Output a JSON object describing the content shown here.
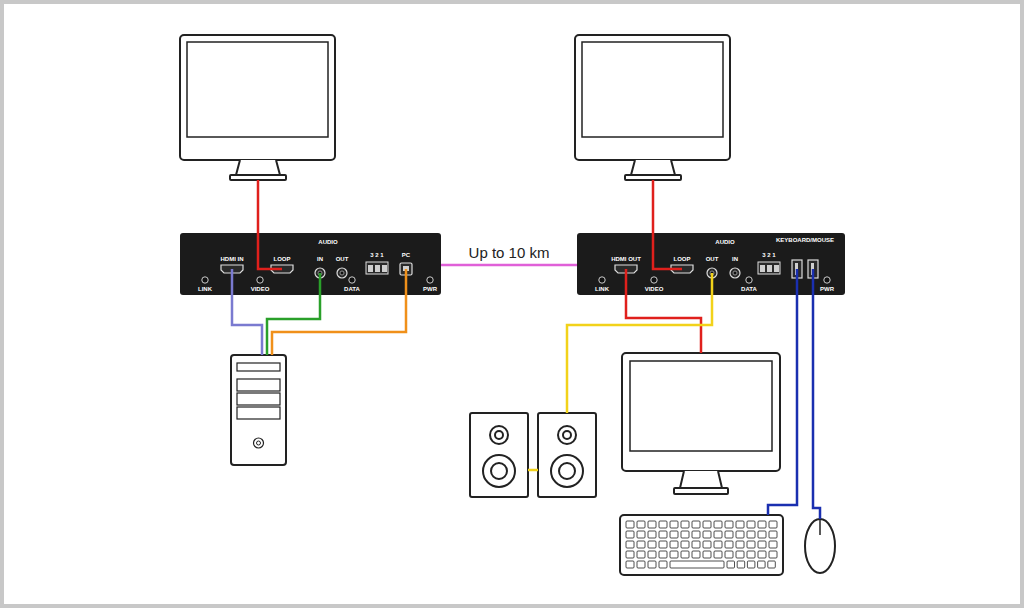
{
  "diagram": {
    "nodes": [
      {
        "text": [
          "AUDIO",
          "HDMI IN",
          "LOOP",
          "IN",
          "OUT",
          "3 2 1",
          "PC",
          "LINK",
          "VIDEO",
          "DATA",
          "PWR"
        ]
      },
      {
        "text": [
          "KEYBOARD/MOUSE",
          "AUDIO",
          "HDMI OUT",
          "LOOP",
          "OUT",
          "IN",
          "3 2 1",
          "LINK",
          "VIDEO",
          "DATA",
          "PWR"
        ]
      }
    ],
    "edges": [
      {
        "from": 0,
        "to": 1,
        "label": "Up to 10 km",
        "arrow": "none"
      }
    ]
  }
}
